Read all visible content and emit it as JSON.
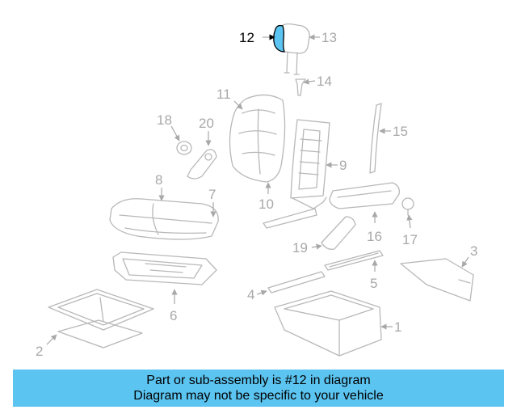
{
  "callouts": {
    "n1": "1",
    "n2": "2",
    "n3": "3",
    "n4": "4",
    "n5": "5",
    "n6": "6",
    "n7": "7",
    "n8": "8",
    "n9": "9",
    "n10": "10",
    "n11": "11",
    "n12": "12",
    "n13": "13",
    "n14": "14",
    "n15": "15",
    "n16": "16",
    "n17": "17",
    "n18": "18",
    "n19": "19",
    "n20": "20"
  },
  "highlight_color": "#5bc4f1",
  "banner": {
    "line1": "Part or sub-assembly is #12 in diagram",
    "line2": "Diagram may not be specific to your vehicle"
  }
}
